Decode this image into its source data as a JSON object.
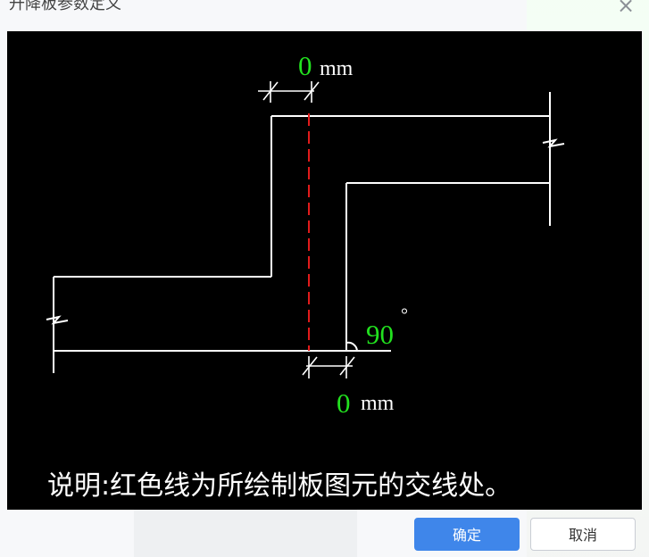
{
  "dialog": {
    "title": "升降板参数定义",
    "close_glyph": "×"
  },
  "diagram": {
    "top_offset_value": "0",
    "top_offset_unit": "mm",
    "bottom_offset_value": "0",
    "bottom_offset_unit": "mm",
    "angle_value": "90",
    "angle_unit": "°",
    "note": "说明:红色线为所绘制板图元的交线处。",
    "colors": {
      "background": "#000000",
      "line": "#ffffff",
      "value": "#22e11f",
      "intersection": "#e11b1b"
    }
  },
  "footer": {
    "confirm_label": "确定",
    "cancel_label": "取消"
  }
}
